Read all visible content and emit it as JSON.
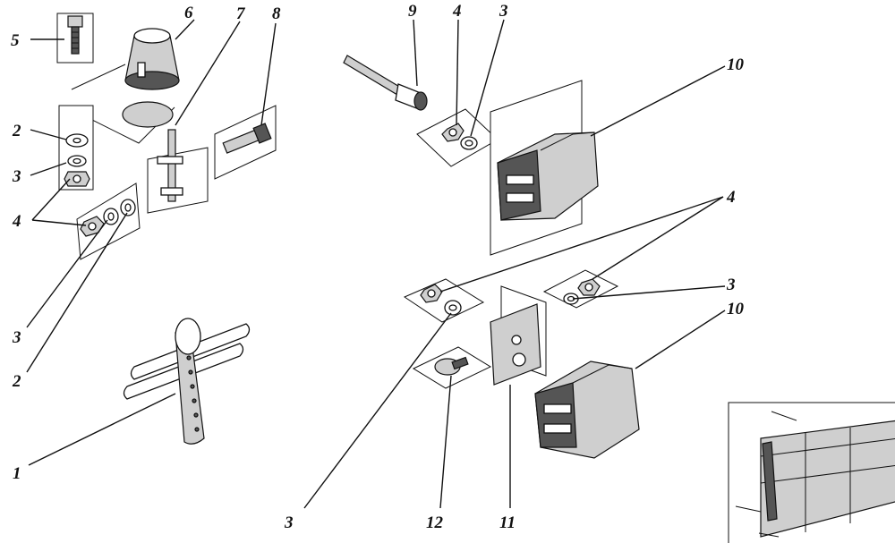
{
  "callouts": {
    "c1": "1",
    "c2a": "2",
    "c2b": "2",
    "c3a": "3",
    "c3b": "3",
    "c3c": "3",
    "c3d": "3",
    "c3e": "3",
    "c4a": "4",
    "c4b": "4",
    "c4c": "4",
    "c5": "5",
    "c6": "6",
    "c7": "7",
    "c8": "8",
    "c9": "9",
    "c10a": "10",
    "c10b": "10",
    "c11": "11",
    "c12": "12"
  }
}
